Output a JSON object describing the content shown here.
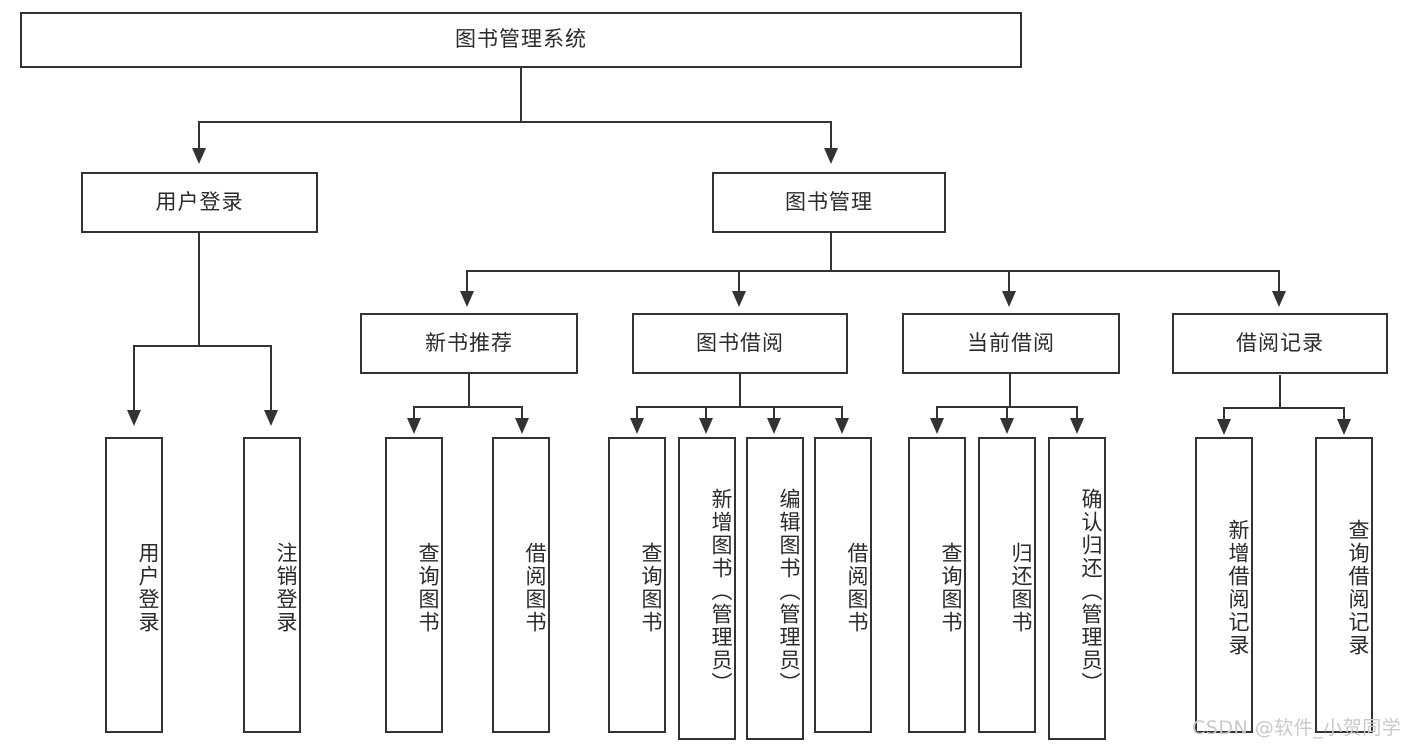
{
  "diagram": {
    "title": "图书管理系统",
    "type": "hierarchy-tree",
    "accent_color": "#333333",
    "text_color": "#2b2b2b",
    "background_color": "#ffffff",
    "root": {
      "label": "图书管理系统"
    },
    "level2": [
      {
        "label": "用户登录"
      },
      {
        "label": "图书管理"
      }
    ],
    "level3": [
      {
        "label": "新书推荐"
      },
      {
        "label": "图书借阅"
      },
      {
        "label": "当前借阅"
      },
      {
        "label": "借阅记录"
      }
    ],
    "leaves": {
      "user_login": [
        {
          "label": "用户登录"
        },
        {
          "label": "注销登录"
        }
      ],
      "new_book_recommend": [
        {
          "label": "查询图书"
        },
        {
          "label": "借阅图书"
        }
      ],
      "book_borrow": [
        {
          "label": "查询图书"
        },
        {
          "label": "新增图书（管理员）"
        },
        {
          "label": "编辑图书（管理员）"
        },
        {
          "label": "借阅图书"
        }
      ],
      "current_borrow": [
        {
          "label": "查询图书"
        },
        {
          "label": "归还图书"
        },
        {
          "label": "确认归还（管理员）"
        }
      ],
      "borrow_record": [
        {
          "label": "新增借阅记录"
        },
        {
          "label": "查询借阅记录"
        }
      ]
    }
  },
  "watermark": {
    "text": "CSDN @软件_小贺同学"
  }
}
